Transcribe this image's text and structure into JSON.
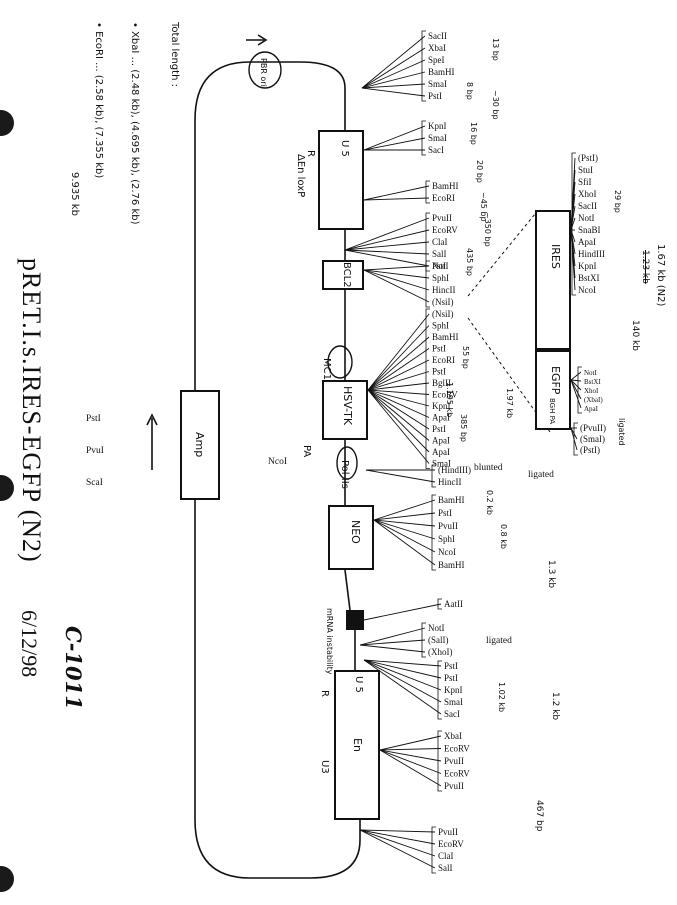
{
  "title": "pRET.I.s.IRES-EGFP (N2)",
  "date": "6/12/98",
  "code": "C-1011",
  "totals": {
    "label": "Total length :",
    "length": "9.935 kb",
    "xba": "• XbaI ... (2.48 kb), (4.695 kb), (2.76 kb)",
    "ecori": "• EcoRI ... (2.58 kb), (7.355 kb)"
  },
  "features": {
    "pbr": "PBR ori",
    "amp": "Amp",
    "u5": "U 5",
    "r": "R",
    "loxp": "ΔEn loxP",
    "bcl2": "BCL2",
    "mc1": "MC1",
    "hsvtk": "HSV-TK",
    "pa": "PA",
    "polii": "Pol IIs",
    "neo": "NEO",
    "mrna": "mRNA instability",
    "u5b": "U 5",
    "rb": "R",
    "en": "En",
    "u3": "U3",
    "ires": "IRES",
    "egfp": "EGFP",
    "bgh": "BGH PA"
  },
  "amp_sites": [
    "PstI",
    "PvuI",
    "ScaI"
  ],
  "ncoi_left": "NcoI",
  "sites": {
    "g1": [
      "SacII",
      "XbaI",
      "SpeI",
      "BamHI",
      "SmaI",
      "PstI"
    ],
    "g2": [
      "KpnI",
      "SmaI",
      "SacI"
    ],
    "g3": [
      "BamHI",
      "EcoRI"
    ],
    "g4": [
      "PvuII",
      "EcoRV",
      "ClaI",
      "SalI",
      "NotI"
    ],
    "g5": [
      "PstI",
      "SphI",
      "HincII",
      "(NsiI)"
    ],
    "g6": [
      "(NsiI)",
      "SphI",
      "BamHI",
      "PstI",
      "EcoRI",
      "PstI",
      "BglII",
      "EcoRV",
      "KpnI",
      "ApaI",
      "PstI",
      "ApaI",
      "ApaI",
      "SmaI"
    ],
    "g7": [
      "(HindIII)",
      "HincII"
    ],
    "g8": [
      "BamHI",
      "PstI",
      "PvuII",
      "SphI",
      "NcoI",
      "BamHI"
    ],
    "g9": [
      "AatII"
    ],
    "g10": [
      "NotI",
      "(SalI)",
      "(XhoI)"
    ],
    "g11": [
      "PstI",
      "PstI",
      "KpnI",
      "SmaI",
      "SacI"
    ],
    "g12": [
      "XbaI",
      "EcoRV",
      "PvuII",
      "EcoRV",
      "PvuII"
    ],
    "g13": [
      "PvuII",
      "EcoRV",
      "ClaI",
      "SalI"
    ],
    "ires": [
      "(PstI)",
      "StuI",
      "SfiI",
      "XhoI",
      "SacII",
      "NotI",
      "SnaBI",
      "ApaI",
      "HindIII",
      "KpnI",
      "BstXI",
      "NcoI"
    ],
    "egfp_tail": [
      "NotI",
      "BstXI",
      "XhoI",
      "(XbaI)",
      "ApaI"
    ],
    "egfp_end": [
      "(PvuII)",
      "(SmaI)",
      "(PstI)"
    ]
  },
  "notes": {
    "bp13": "13 bp",
    "bp8": "8 bp",
    "bp30": "~30 bp",
    "bp16": "16 bp",
    "bp20": "20 bp",
    "bp45": "~45 bp",
    "bp350": "~350 bp",
    "bp435": "435 bp",
    "bp29": "29 bp",
    "kb167": "1.67 kb (N2)",
    "kb123": "1.23 kb",
    "kb140": "140 kb",
    "ligated1": "ligated",
    "bp55": "55 bp",
    "kb1195": "1.195 kb",
    "bp385": "385 bp",
    "kb197": "1.97 kb",
    "blunted": "blunted",
    "ligated2": "ligated",
    "kb02": "0.2 kb",
    "kb08": "0.8 kb",
    "kb13": "1.3 kb",
    "ligated3": "ligated",
    "kb102": "1.02 kb",
    "kb12": "1.2 kb",
    "bp467": "467 bp",
    "ligated4": "ligated"
  }
}
